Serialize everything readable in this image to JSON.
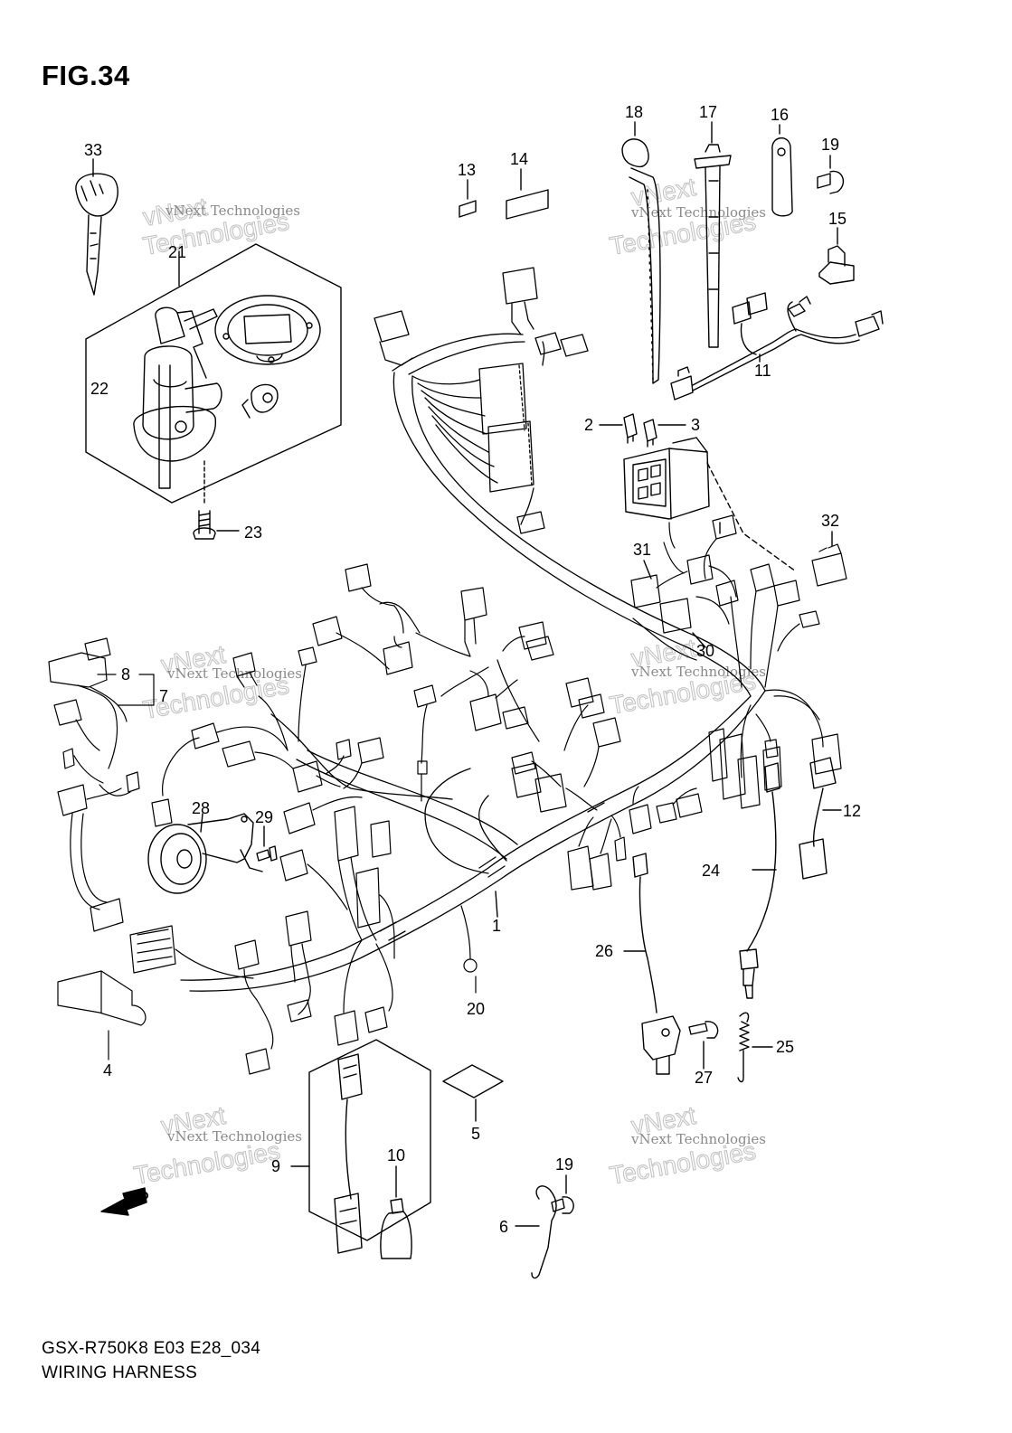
{
  "figure": {
    "title": "FIG.34",
    "code": "GSX-R750K8 E03 E28_034",
    "name": "WIRING HARNESS"
  },
  "watermark": {
    "line1": "vNext Technologies",
    "line2": "vNext",
    "line3": "Technologies"
  },
  "fwd_label": "FWD",
  "part_labels": {
    "p1": "1",
    "p2": "2",
    "p3": "3",
    "p4": "4",
    "p5": "5",
    "p6": "6",
    "p7": "7",
    "p8": "8",
    "p9": "9",
    "p10": "10",
    "p11": "11",
    "p12": "12",
    "p13": "13",
    "p14": "14",
    "p15": "15",
    "p16": "16",
    "p17": "17",
    "p18": "18",
    "p19a": "19",
    "p19b": "19",
    "p20": "20",
    "p21": "21",
    "p22": "22",
    "p23": "23",
    "p24": "24",
    "p25": "25",
    "p26": "26",
    "p27": "27",
    "p28": "28",
    "p29": "29",
    "p30": "30",
    "p31": "31",
    "p32": "32",
    "p33": "33"
  },
  "colors": {
    "line": "#000000",
    "watermark": "#8a8a8a"
  }
}
